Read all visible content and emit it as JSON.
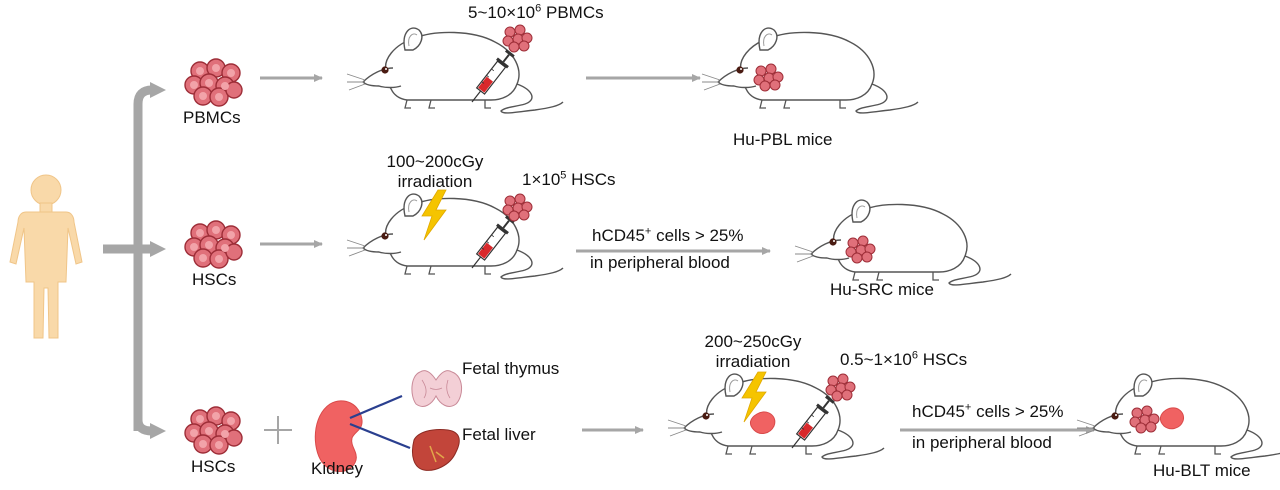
{
  "source_label": "PBMCs",
  "hsc_label_row2": "HSCs",
  "hsc_label_row3": "HSCs",
  "kidney_label": "Kidney",
  "fetal_thymus_label": "Fetal thymus",
  "fetal_liver_label": "Fetal liver",
  "row1": {
    "dose_prefix": "5~10×10",
    "dose_exp": "6",
    "dose_suffix": " PBMCs",
    "model_label": "Hu-PBL mice"
  },
  "row2": {
    "irradiation_dose": "100~200cGy",
    "irradiation_word": "irradiation",
    "dose_prefix": "1×10",
    "dose_exp": "5",
    "dose_suffix": " HSCs",
    "criterion_prefix": "hCD45",
    "criterion_sup": "+",
    "criterion_suffix": " cells > 25%",
    "criterion_line2": "in peripheral blood",
    "model_label": "Hu-SRC mice"
  },
  "row3": {
    "irradiation_dose": "200~250cGy",
    "irradiation_word": "irradiation",
    "dose_prefix": "0.5~1×10",
    "dose_exp": "6",
    "dose_suffix": " HSCs",
    "criterion_prefix": "hCD45",
    "criterion_sup": "+",
    "criterion_suffix": " cells > 25%",
    "criterion_line2": "in peripheral blood",
    "model_label": "Hu-BLT mice"
  },
  "colors": {
    "arrow_gray": "#a6a6a6",
    "cell_fill": "#e0707a",
    "cell_outline": "#9e2e38",
    "human_skin": "#f9d9a9",
    "bolt_yellow": "#f5c400",
    "kidney_red": "#f06262",
    "liver_brown": "#c2453a",
    "vessel_blue": "#2a3f8f"
  }
}
